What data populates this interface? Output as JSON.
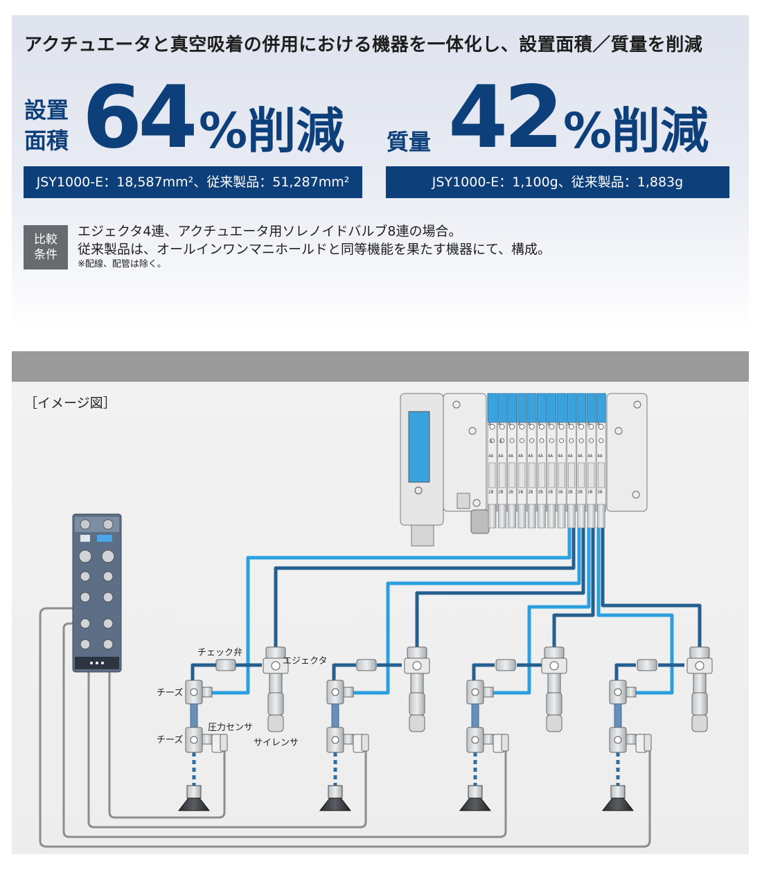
{
  "headline": "アクチュエータと真空吸着の併用における機器を一体化し、設置面積／質量を削減",
  "stats": [
    {
      "label_line1": "設置",
      "label_line2": "面積",
      "value": "64",
      "unit": "%削減",
      "detail": "JSY1000-E：18,587mm²、従来製品：51,287mm²"
    },
    {
      "label_line1": "質量",
      "value": "42",
      "unit": "%削減",
      "detail": "JSY1000-E：1,100g、従来製品：1,883g"
    }
  ],
  "comparison": {
    "label_line1": "比較",
    "label_line2": "条件",
    "line1": "エジェクタ4連、アクチュエータ用ソレノイドバルブ8連の場合。",
    "line2": "従来製品は、オールインワンマニホールドと同等機能を果たす機器にて、構成。",
    "note": "※配線、配管は除く。"
  },
  "image_label": "［イメージ図］",
  "diagram_labels": {
    "check_valve": "チェック弁",
    "ejector": "エジェクタ",
    "cheese_upper": "チーズ",
    "cheese_lower": "チーズ",
    "pressure_sensor": "圧力センサ",
    "silencer": "サイレンサ"
  },
  "valve_marks": {
    "a": "A",
    "b": "B",
    "four_a": "4A",
    "two_b": "2B"
  },
  "colors": {
    "brand_blue": "#0d3f7a",
    "tube_light": "#2aa0e0",
    "tube_dark": "#245f8f",
    "cable_gray": "#8c8c8c",
    "valve_blue": "#3aa2dc"
  }
}
